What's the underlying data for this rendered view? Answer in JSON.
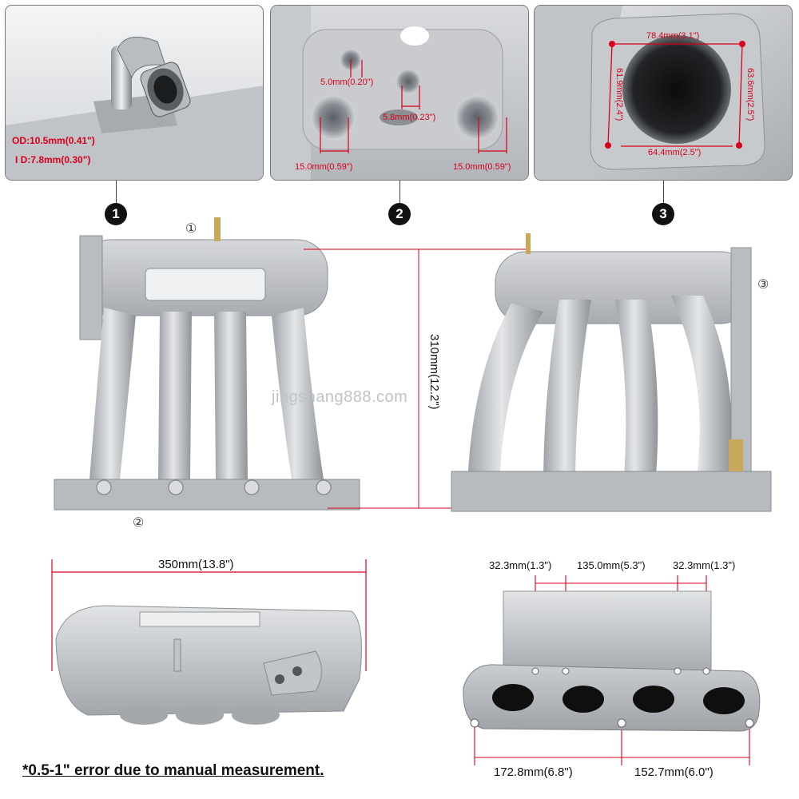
{
  "panels": [
    {
      "badge": "1",
      "labels": {
        "od": "OD:10.5mm(0.41\")",
        "id": "I D:7.8mm(0.30\")"
      }
    },
    {
      "badge": "2",
      "labels": {
        "hole_small": "5.0mm(0.20\")",
        "hole_mid": "5.8mm(0.23\")",
        "port_left": "15.0mm(0.59\")",
        "port_right": "15.0mm(0.59\")"
      }
    },
    {
      "badge": "3",
      "labels": {
        "top": "78.4mm(3.1\")",
        "left": "61.9mm(2.4\")",
        "right": "63.6mm(2.5\")",
        "bottom": "64.4mm(2.5\")"
      }
    }
  ],
  "views": {
    "callout_1": "①",
    "callout_2": "②",
    "callout_3": "③",
    "height": "310mm(12.2\")",
    "watermark": "jingshang888.com"
  },
  "bottom": {
    "length": "350mm(13.8\")",
    "flange_left": "32.3mm(1.3\")",
    "flange_mid": "135.0mm(5.3\")",
    "flange_right": "32.3mm(1.3\")",
    "span_left": "172.8mm(6.8\")",
    "span_right": "152.7mm(6.0\")"
  },
  "note": "*0.5-1\" error due to manual measurement.",
  "colors": {
    "accent": "#d8001a",
    "metal": "#c3c6ca"
  }
}
